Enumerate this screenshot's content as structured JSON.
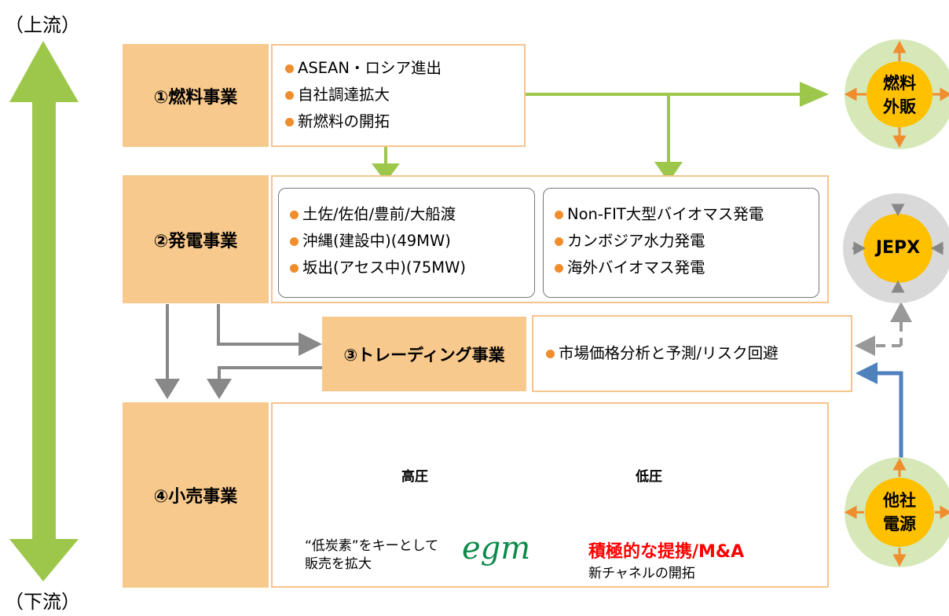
{
  "upstream_label": "（上流）",
  "downstream_label": "（下流）",
  "businesses": {
    "fuel": {
      "label": "①燃料事業",
      "items": [
        "ASEAN・ロシア進出",
        "自社調達拡大",
        "新燃料の開拓"
      ]
    },
    "power": {
      "label": "②発電事業",
      "items_left": [
        "土佐/佐伯/豊前/大船渡",
        "沖縄(建設中)(49MW)",
        "坂出(アセス中)(75MW)"
      ],
      "items_right": [
        "Non-FIT大型バイオマス発電",
        "カンボジア水力発電",
        "海外バイオマス発電"
      ]
    },
    "trading": {
      "label": "③トレーディング事業",
      "items": [
        "市場価格分析と予測/リスク回避"
      ]
    },
    "retail": {
      "label": "④小売事業",
      "high_voltage": "高圧",
      "low_voltage": "低圧",
      "low_carbon_text": "“低炭素”をキーとして販売を拡大",
      "logo_text": "egm",
      "alliance_text": "積極的な提携/M&A",
      "new_channel_text": "新チャネルの開拓"
    }
  },
  "external": {
    "fuel_sales": "燃料外販",
    "jepx": "JEPX",
    "other_sources": "他社電源"
  },
  "colors": {
    "label_fill": "#f8c98c",
    "box_border": "#f6c38d",
    "green_arrow": "#9dc74a",
    "gray_arrow": "#888888",
    "blue_arrow": "#4f81bd",
    "orange": "#f08d2c",
    "yellow_core": "#ffc000",
    "pale_green": "#d6e8b8",
    "gray_ring": "#d9d9d9",
    "red_text": "#ff0000"
  }
}
